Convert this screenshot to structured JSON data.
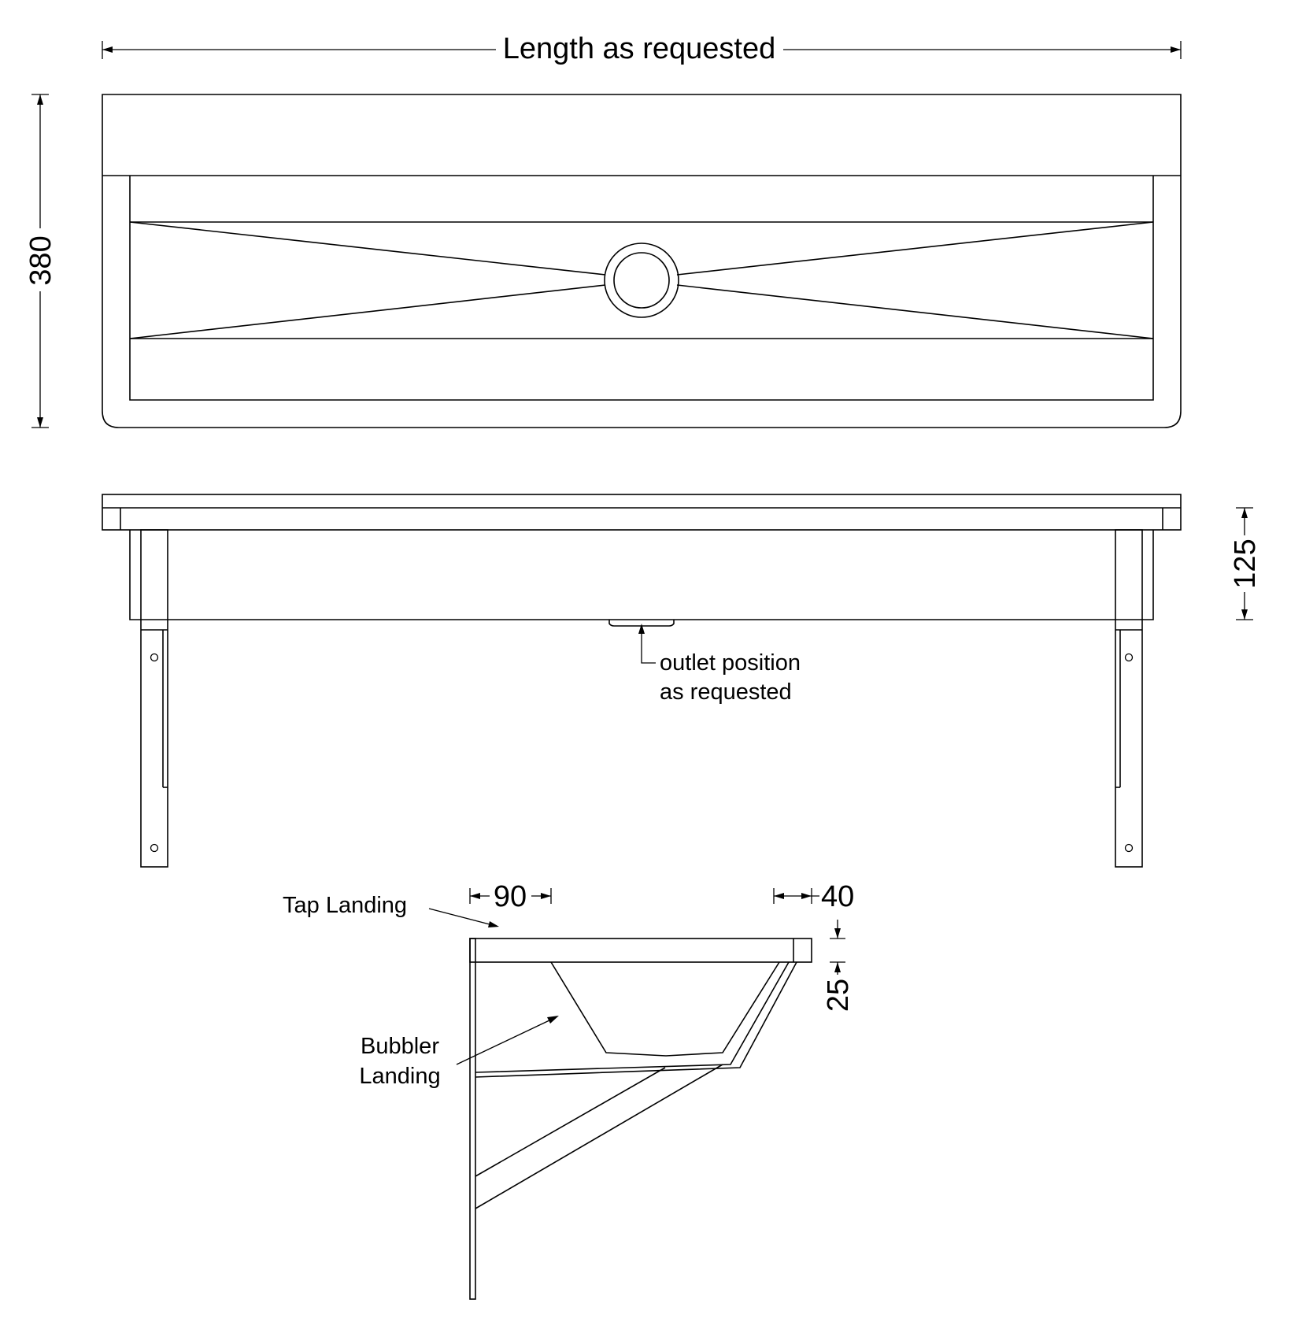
{
  "labels": {
    "length": "Length as requested",
    "depth": "380",
    "height": "125",
    "outlet_line1": "outlet position",
    "outlet_line2": "as requested",
    "tap_landing": "Tap Landing",
    "bubbler_line1": "Bubbler",
    "bubbler_line2": "Landing",
    "dim_90": "90",
    "dim_40": "40",
    "dim_25": "25"
  }
}
